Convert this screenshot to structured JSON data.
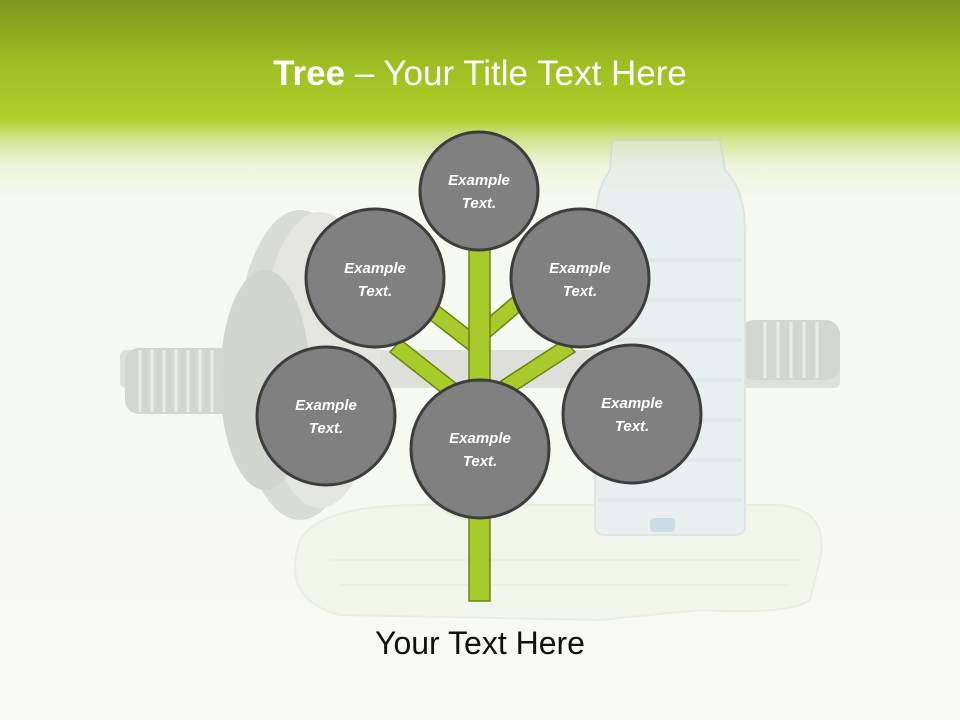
{
  "slide": {
    "title_bold": "Tree",
    "title_rest": " – Your Title Text Here",
    "caption": "Your Text Here"
  },
  "diagram": {
    "nodes": [
      {
        "id": "top",
        "line1": "Example",
        "line2": "Text."
      },
      {
        "id": "upper-left",
        "line1": "Example",
        "line2": "Text."
      },
      {
        "id": "upper-right",
        "line1": "Example",
        "line2": "Text."
      },
      {
        "id": "lower-left",
        "line1": "Example",
        "line2": "Text."
      },
      {
        "id": "center",
        "line1": "Example",
        "line2": "Text."
      },
      {
        "id": "lower-right",
        "line1": "Example",
        "line2": "Text."
      }
    ]
  },
  "colors": {
    "header_green": "#9bbd22",
    "branch_green": "#a7cb2a",
    "branch_outline": "#6a8413",
    "node_fill": "#808080",
    "node_border": "#3d3d3d",
    "node_text": "#ffffff"
  },
  "icons": {
    "background": "fitness-photo-dumbbell-water-bottle-towel-apple"
  }
}
